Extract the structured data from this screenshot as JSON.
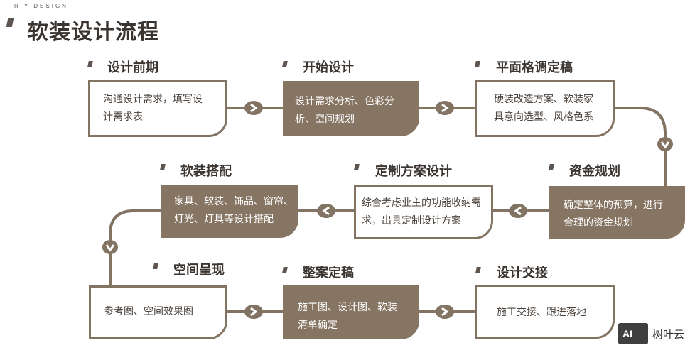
{
  "brand": "R Y  DESIGN",
  "title": "软装设计流程",
  "steps": [
    {
      "title": "设计前期",
      "text": [
        "沟通设计需求，填写设",
        "计需求表"
      ]
    },
    {
      "title": "开始设计",
      "text": [
        "设计需求分析、色彩分",
        "析、空间规划"
      ]
    },
    {
      "title": "平面格调定稿",
      "text": [
        "硬装改造方案、软装家",
        "具意向选型、风格色系"
      ]
    },
    {
      "title": "资金规划",
      "text": [
        "确定整体的预算，进行",
        "合理的资金规划"
      ]
    },
    {
      "title": "定制方案设计",
      "text": [
        "综合考虑业主的功能收纳需",
        "求，出具定制设计方案"
      ]
    },
    {
      "title": "软装搭配",
      "text": [
        "家具、软装、饰品、窗帘、",
        "灯光、灯具等设计搭配"
      ]
    },
    {
      "title": "空间呈现",
      "text": [
        "参考图、空间效果图"
      ]
    },
    {
      "title": "整案定稿",
      "text": [
        "施工图、设计图、软装",
        "清单确定"
      ]
    },
    {
      "title": "设计交接",
      "text": [
        "施工交接、跟进落地"
      ]
    }
  ],
  "watermark": {
    "logo": "AI",
    "name": "树叶云"
  },
  "colors": {
    "primary": "#877563",
    "line": "#837363",
    "title": "#3b3531"
  }
}
